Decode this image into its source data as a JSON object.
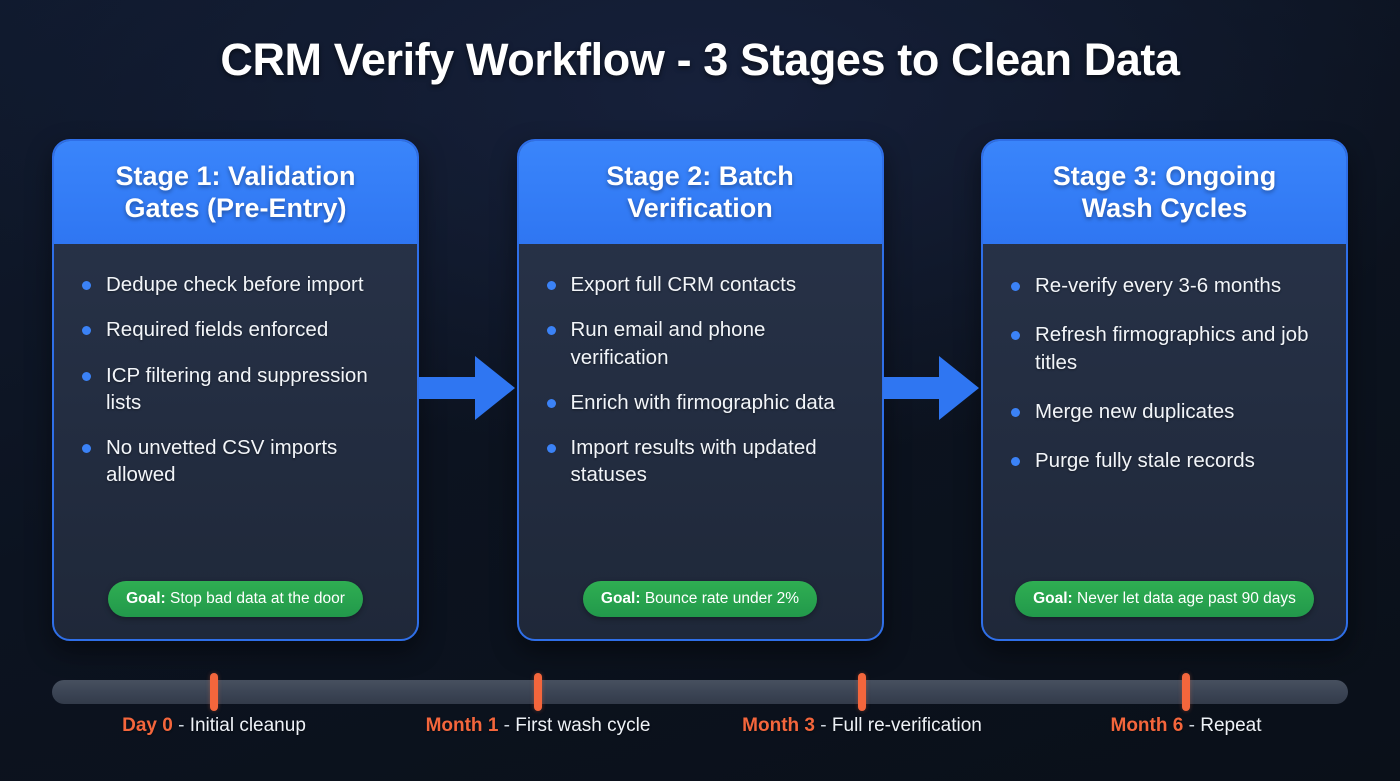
{
  "header": {
    "title": "CRM Verify Workflow - 3 Stages to Clean Data"
  },
  "colors": {
    "background": "#0c1320",
    "card_border": "#2f6fe8",
    "card_header": "#3a85fb",
    "card_body": "#263040",
    "bullet_dot": "#3b82f6",
    "goal_badge": "#27a14b",
    "arrow": "#2f76f2",
    "timeline_track": "#3b4454",
    "timeline_marker": "#f4663c",
    "accent_text": "#f4663c",
    "text": "#f2f5f9"
  },
  "stages": [
    {
      "title": "Stage 1: Validation\nGates (Pre-Entry)",
      "bullets": [
        "Dedupe check before import",
        "Required fields enforced",
        "ICP filtering and suppression lists",
        "No unvetted CSV imports allowed"
      ],
      "goal_label": "Goal:",
      "goal_text": " Stop bad data at the door"
    },
    {
      "title": "Stage 2: Batch\nVerification",
      "bullets": [
        "Export full CRM contacts",
        "Run email and phone verification",
        "Enrich with firmographic data",
        "Import results with updated statuses"
      ],
      "goal_label": "Goal:",
      "goal_text": " Bounce rate under 2%"
    },
    {
      "title": "Stage 3: Ongoing\nWash Cycles",
      "bullets": [
        "Re-verify every 3-6 months",
        "Refresh firmographics and job titles",
        "Merge new duplicates",
        "Purge fully stale records"
      ],
      "goal_label": "Goal:",
      "goal_text": " Never let data age past 90 days"
    }
  ],
  "arrows": [
    {
      "name": "arrow-stage1-to-stage2",
      "direction": "right"
    },
    {
      "name": "arrow-stage2-to-stage3",
      "direction": "right"
    }
  ],
  "timeline": {
    "markers": [
      {
        "key": "Day 0",
        "separator": " - ",
        "text": "Initial cleanup",
        "position_pct": 12.5
      },
      {
        "key": "Month 1",
        "separator": " - ",
        "text": "First wash cycle",
        "position_pct": 37.5
      },
      {
        "key": "Month 3",
        "separator": " - ",
        "text": "Full re-verification",
        "position_pct": 62.5
      },
      {
        "key": "Month 6",
        "separator": " - ",
        "text": "Repeat",
        "position_pct": 87.5
      }
    ]
  }
}
